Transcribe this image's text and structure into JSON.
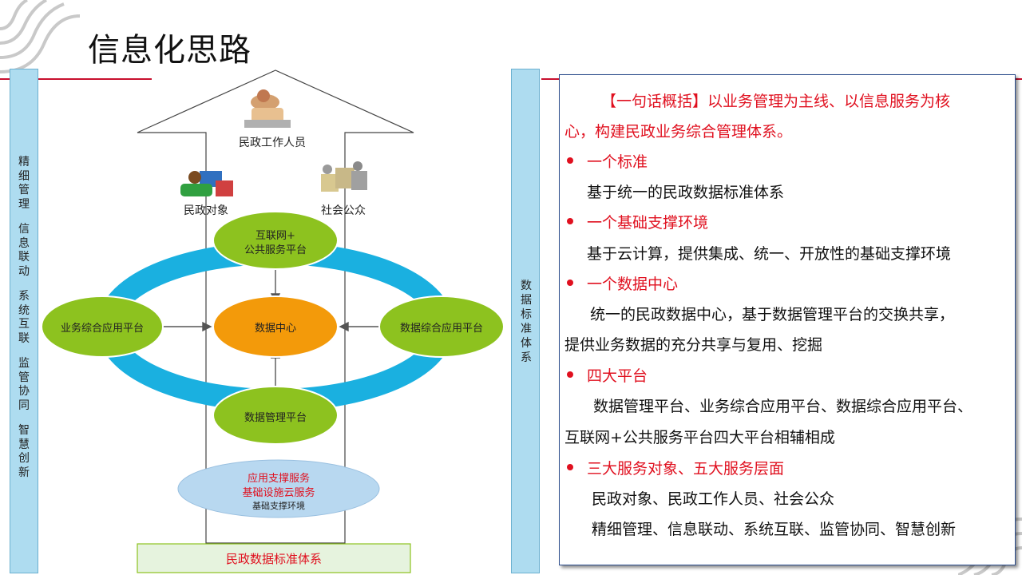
{
  "title": "信息化思路",
  "left_bar": {
    "items": [
      "精细管理",
      "信息联动",
      "系统互联",
      "监管协同",
      "智慧创新"
    ]
  },
  "mid_bar": {
    "text": "数据标准体系"
  },
  "diagram": {
    "top_actor": "民政工作人员",
    "left_actor": "民政对象",
    "right_actor": "社会公众",
    "platform_top_line1": "互联网+",
    "platform_top_line2": "公共服务平台",
    "platform_left": "业务综合应用平台",
    "platform_right": "数据综合应用平台",
    "platform_bottom": "数据管理平台",
    "center": "数据中心",
    "support_line1": "应用支撑服务",
    "support_line2": "基础设施云服务",
    "support_line3": "基础支撑环境",
    "standard": "民政数据标准体系"
  },
  "panel": {
    "summary_line1": "【一句话概括】以业务管理为主线、以信息服务为核",
    "summary_line2": "心，构建民政业务综合管理体系。",
    "h1": "一个标准",
    "t1": "基于统一的民政数据标准体系",
    "h2": "一个基础支撑环境",
    "t2": "基于云计算，提供集成、统一、开放性的基础支撑环境",
    "h3": "一个数据中心",
    "t3a": "统一的民政数据中心，基于数据管理平台的交换共享，",
    "t3b": "提供业务数据的充分共享与复用、挖掘",
    "h4": "四大平台",
    "t4a": "数据管理平台、业务综合应用平台、数据综合应用平台、",
    "t4b": "互联网+公共服务平台四大平台相辅相成",
    "h5": "三大服务对象、五大服务层面",
    "t5a": "民政对象、民政工作人员、社会公众",
    "t5b": "精细管理、信息联动、系统互联、监管协同、智慧创新"
  },
  "colors": {
    "accent_red": "#e0101f",
    "bar_blue": "#aedcf0",
    "ring_blue": "#1ab0e0",
    "platform_green": "#8dc21f",
    "center_orange": "#f39a0a",
    "support_blue": "#b8d8f0"
  }
}
